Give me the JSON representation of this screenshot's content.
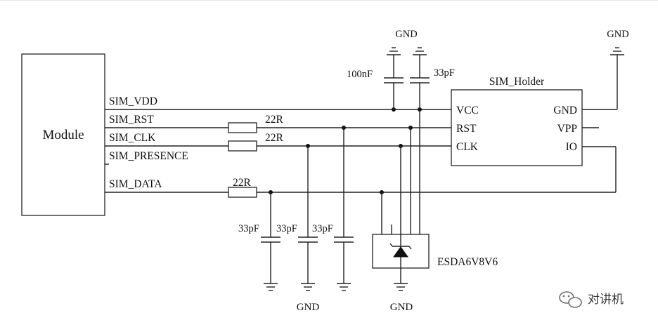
{
  "module": {
    "label": "Module"
  },
  "signals": {
    "vdd": "SIM_VDD",
    "rst": "SIM_RST",
    "clk": "SIM_CLK",
    "presence": "SIM_PRESENCE",
    "data": "SIM_DATA"
  },
  "resistors": {
    "rst": "22R",
    "clk": "22R",
    "data": "22R"
  },
  "decoupling": {
    "big": "100nF",
    "small": "33pF"
  },
  "filter_caps": {
    "c1": "33pF",
    "c2": "33pF",
    "c3": "33pF"
  },
  "gnd": {
    "decoupling": "GND",
    "holder": "GND",
    "filter": "GND",
    "esd": "GND"
  },
  "holder": {
    "title": "SIM_Holder",
    "vcc": "VCC",
    "rst": "RST",
    "clk": "CLK",
    "gnd": "GND",
    "vpp": "VPP",
    "io": "IO"
  },
  "esd": {
    "label": "ESDA6V8V6"
  },
  "watermark": {
    "text": "对讲机",
    "icon": "wechat-icon"
  }
}
